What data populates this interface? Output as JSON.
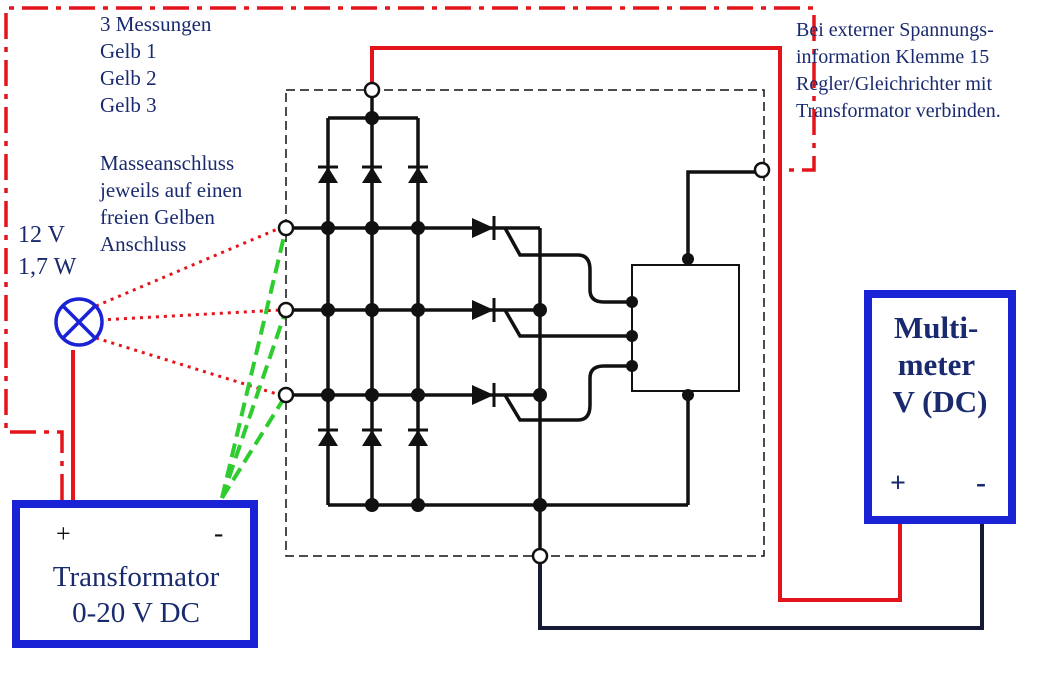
{
  "notes": {
    "measurements": [
      "3 Messungen",
      "Gelb 1",
      "Gelb 2",
      "Gelb 3"
    ],
    "ground": [
      "Masseanschluss",
      "jeweils auf einen",
      "freien Gelben",
      "Anschluss"
    ],
    "external": [
      "Bei externer Spannungs-",
      "information Klemme 15",
      "Regler/Gleichrichter mit",
      "Transformator verbinden."
    ]
  },
  "lamp": {
    "voltage": "12 V",
    "power": "1,7 W"
  },
  "transformer": {
    "plus": "+",
    "minus": "-",
    "line1": "Transformator",
    "line2": "0-20 V DC"
  },
  "multimeter": {
    "line1": "Multi-",
    "line2": "meter",
    "line3": "V (DC)",
    "plus": "+",
    "minus": "-"
  },
  "colors": {
    "red": "#e4141b",
    "blue": "#1a22d6",
    "green": "#2ecc2e",
    "black": "#111111",
    "navy": "#1a2a6e",
    "dark_navy": "#141a33"
  }
}
